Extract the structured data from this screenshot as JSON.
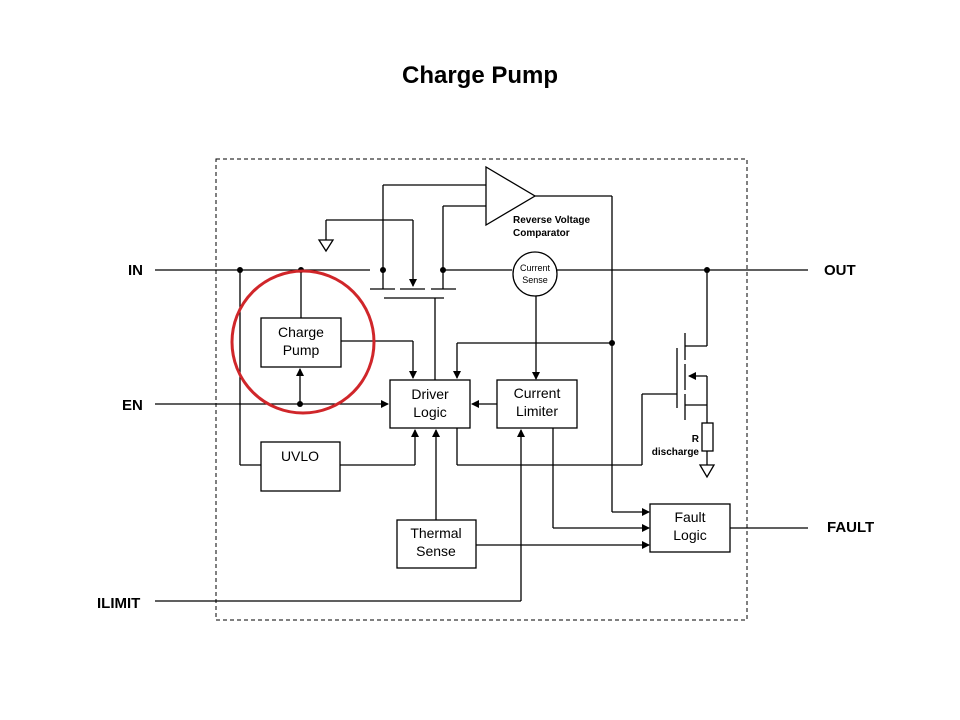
{
  "title": "Charge Pump",
  "pins": {
    "in": "IN",
    "en": "EN",
    "ilimit": "ILIMIT",
    "out": "OUT",
    "fault": "FAULT"
  },
  "blocks": {
    "charge_pump": [
      "Charge",
      "Pump"
    ],
    "uvlo": [
      "UVLO"
    ],
    "driver_logic": [
      "Driver",
      "Logic"
    ],
    "current_limiter": [
      "Current",
      "Limiter"
    ],
    "thermal_sense": [
      "Thermal",
      "Sense"
    ],
    "fault_logic": [
      "Fault",
      "Logic"
    ],
    "current_sense": [
      "Current",
      "Sense"
    ]
  },
  "labels": {
    "comparator": [
      "Reverse Voltage",
      "Comparator"
    ],
    "r_discharge": [
      "R",
      "discharge"
    ]
  },
  "highlight": {
    "target": "Charge Pump",
    "color": "#d0262a"
  }
}
